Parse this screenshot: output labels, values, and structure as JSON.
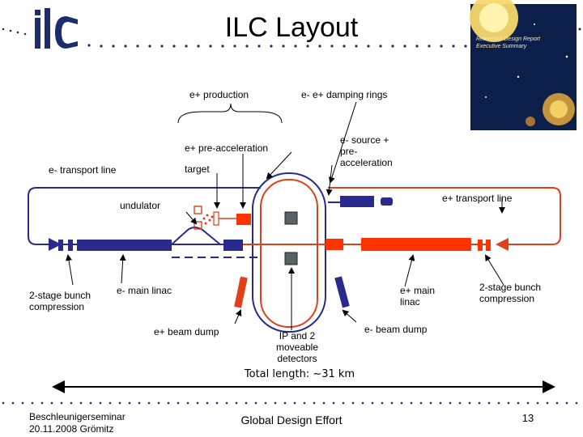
{
  "title": "ILC Layout",
  "logo_text": "ilc",
  "report_cover": {
    "title": "Reference Design Report",
    "subtitle": "Executive Summary"
  },
  "labels": {
    "positron_production": "e+ production",
    "damping_rings": "e- e+ damping rings",
    "positron_preacceleration": "e+ pre-acceleration",
    "electron_source": "e- source + pre-acceleration",
    "electron_transport_line": "e- transport line",
    "target": "target",
    "positron_transport_line": "e+ transport line",
    "undulator": "undulator",
    "bunch_compression_left": "2-stage bunch compression",
    "electron_main_linac": "e- main linac",
    "positron_main_linac": "e+ main linac",
    "bunch_compression_right": "2-stage bunch compression",
    "positron_beam_dump": "e+ beam dump",
    "ip_detectors": "IP and 2 moveable detectors",
    "electron_beam_dump": "e- beam dump"
  },
  "total_length": "Total length: ~31 km",
  "footer": {
    "left_line1": "Beschleunigerseminar",
    "left_line2": "20.11.2008  Grömitz",
    "center": "Global Design Effort",
    "page_number": "13"
  },
  "colors": {
    "electron_blue": "#2a2a8c",
    "positron_red": "#e0401a",
    "bright_red": "#ff3300",
    "dotted_navy": "#1c2d6e"
  }
}
